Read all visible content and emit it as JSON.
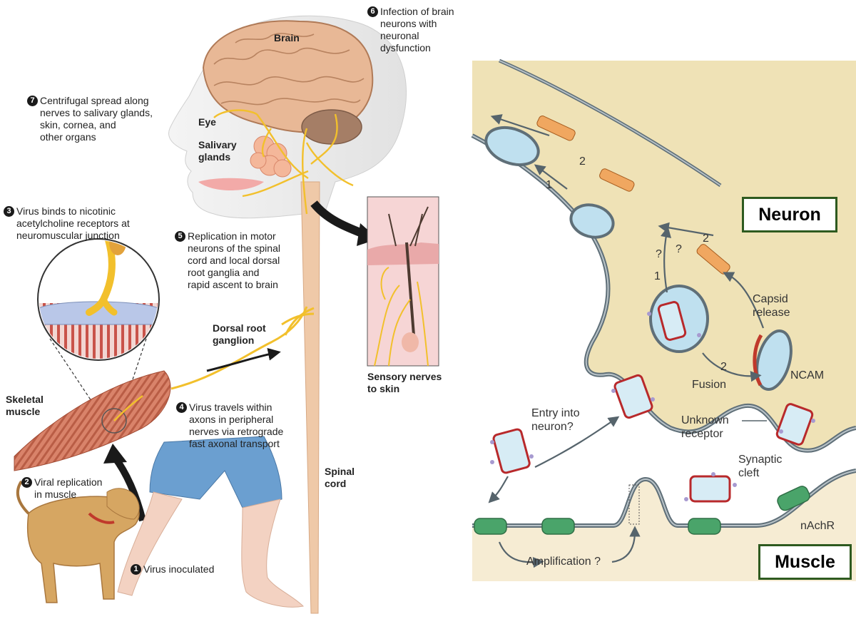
{
  "left_panel": {
    "steps": [
      {
        "number": "1",
        "text": "Virus inoculated"
      },
      {
        "number": "2",
        "text": "Viral replication\nin muscle"
      },
      {
        "number": "3",
        "text": "Virus binds to nicotinic\nacetylcholine receptors at\nneuromuscular junction"
      },
      {
        "number": "4",
        "text": "Virus travels within\naxons in peripheral\nnerves via retrograde\nfast axonal transport"
      },
      {
        "number": "5",
        "text": "Replication in motor\nneurons of the spinal\ncord and local dorsal\nroot ganglia and\nrapid ascent to brain"
      },
      {
        "number": "6",
        "text": "Infection of brain\nneurons with\nneuronal\ndysfunction"
      },
      {
        "number": "7",
        "text": "Centrifugal spread along\nnerves to salivary glands,\nskin, cornea, and\nother organs"
      }
    ],
    "labels": {
      "brain": "Brain",
      "eye": "Eye",
      "salivary_glands": "Salivary\nglands",
      "dorsal_root_ganglion": "Dorsal root\nganglion",
      "skeletal_muscle": "Skeletal\nmuscle",
      "spinal_cord": "Spinal\ncord",
      "sensory_nerves": "Sensory nerves\nto skin"
    }
  },
  "right_panel": {
    "neuron_box": "Neuron",
    "muscle_box": "Muscle",
    "labels": {
      "capsid_release": "Capsid\nrelease",
      "fusion": "Fusion",
      "ncam": "NCAM",
      "unknown_receptor": "Unknown\nreceptor",
      "entry": "Entry into\nneuron?",
      "synaptic_cleft": "Synaptic\ncleft",
      "nachr": "nAchR",
      "amplification": "Amplification ?",
      "path_1a": "1",
      "path_2a": "2",
      "path_1b": "1",
      "path_2b": "2",
      "path_2c": "2",
      "q1": "?",
      "q2": "?"
    }
  },
  "colors": {
    "nerve": "#f2c02c",
    "brain": "#e5b38e",
    "membrane": "#5f6f78",
    "cytoplasm": "#efe2b6",
    "vesicle": "#bfe0ef",
    "receptor": "#4aa46a",
    "box_border": "#2e5a1f"
  }
}
